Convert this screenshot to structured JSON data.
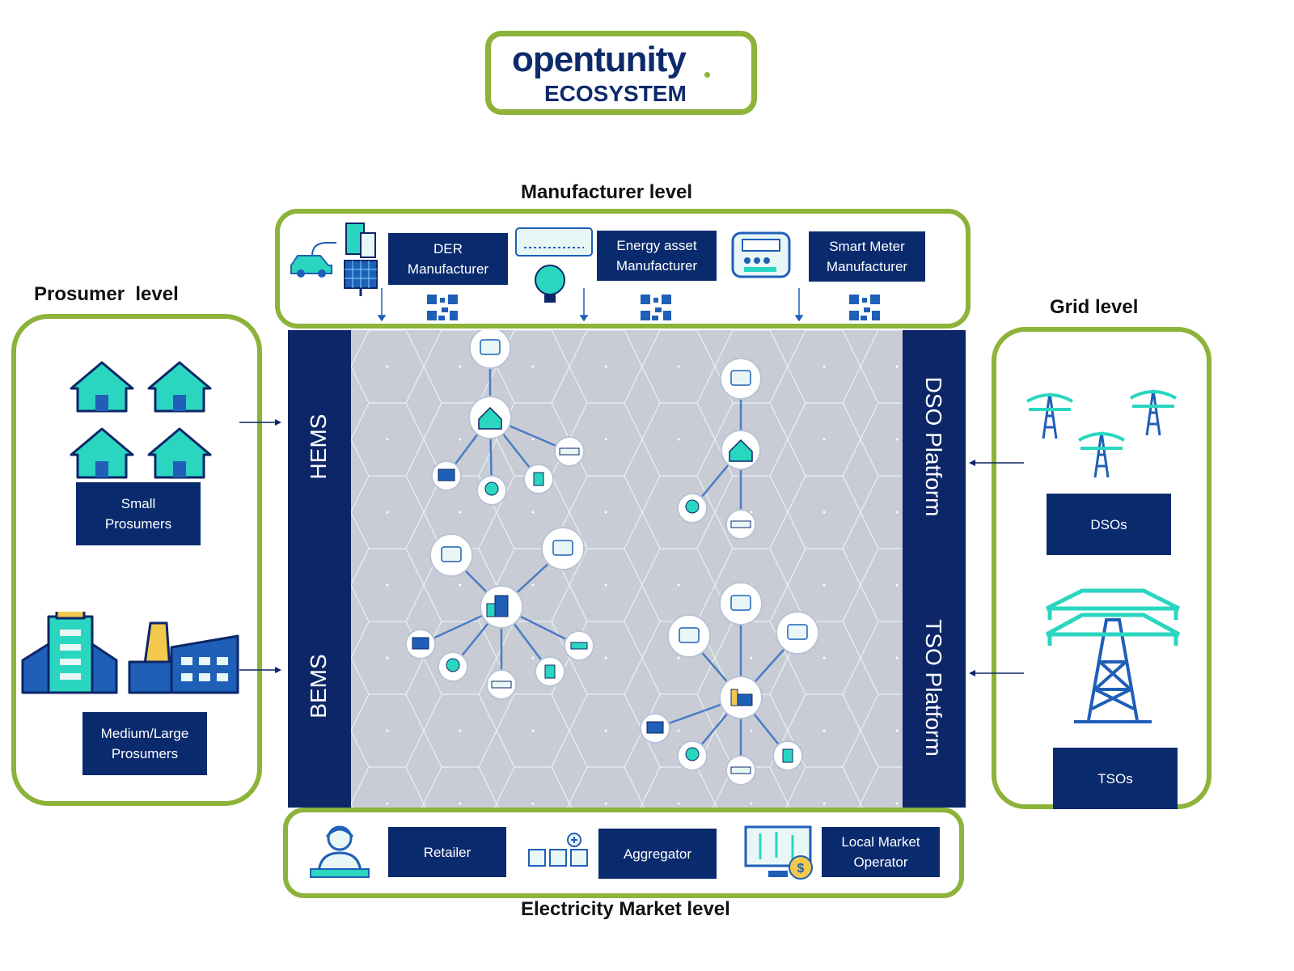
{
  "logo": {
    "word": "opentunity",
    "sub": "ECOSYSTEM"
  },
  "levels": {
    "manufacturer": "Manufacturer level",
    "prosumer": "Prosumer  level",
    "grid": "Grid level",
    "market": "Electricity Market level"
  },
  "manufacturers": [
    {
      "label": "DER\nManufacturer"
    },
    {
      "label": "Energy asset\nManufacturer"
    },
    {
      "label": "Smart Meter\nManufacturer"
    }
  ],
  "prosumers": {
    "small": "Small\nProsumers",
    "large": "Medium/Large\nProsumers"
  },
  "ems": {
    "hems": "HEMS",
    "bems": "BEMS"
  },
  "platforms": {
    "dso": "DSO Platform",
    "tso": "TSO Platform"
  },
  "grid": {
    "dsos": "DSOs",
    "tsos": "TSOs"
  },
  "market": [
    {
      "label": "Retailer"
    },
    {
      "label": "Aggregator"
    },
    {
      "label": "Local Market\nOperator"
    }
  ],
  "colors": {
    "accent_green": "#8cb33a",
    "navy": "#0a2a6e",
    "teal": "#2ad6c0",
    "blue": "#1f5fb8"
  }
}
